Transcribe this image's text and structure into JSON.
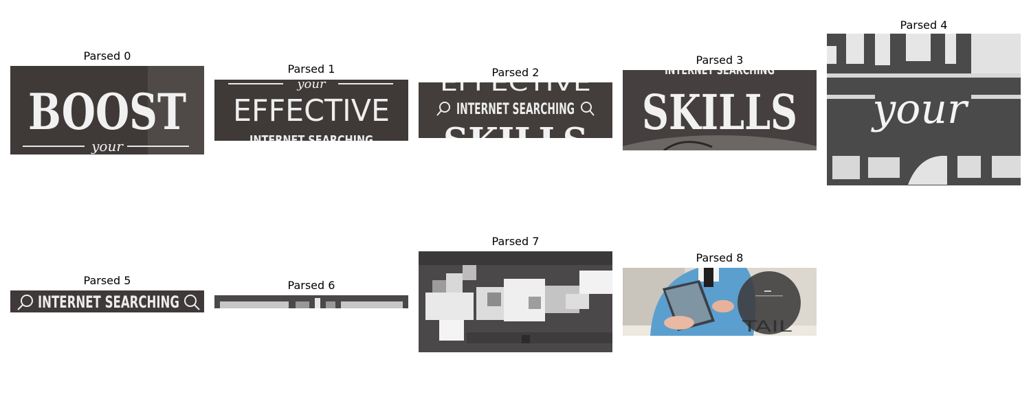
{
  "panels": [
    {
      "title": "Parsed 0"
    },
    {
      "title": "Parsed 1"
    },
    {
      "title": "Parsed 2"
    },
    {
      "title": "Parsed 3"
    },
    {
      "title": "Parsed 4"
    },
    {
      "title": "Parsed 5"
    },
    {
      "title": "Parsed 6"
    },
    {
      "title": "Parsed 7"
    },
    {
      "title": "Parsed 8"
    }
  ],
  "artwork": {
    "word_boost": "BOOST",
    "word_your": "your",
    "word_effective": "EFFECTIVE",
    "word_internet_searching": "INTERNET SEARCHING",
    "word_skills": "SKILLS",
    "word_fragment_tails": "TAIL"
  },
  "colors": {
    "dark_bg": "#4a4849",
    "light_text": "#f1f1f1",
    "photo_shirt": "#5b9fcf",
    "photo_table": "#ede9e1"
  }
}
